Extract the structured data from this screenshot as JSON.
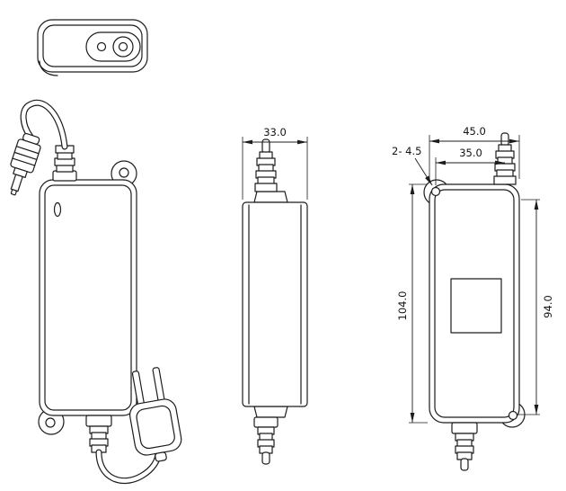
{
  "dims": {
    "side_width": "33.0",
    "overall_width": "45.0",
    "mount_pitch": "35.0",
    "hole_callout": "2- 4.5",
    "overall_height": "104.0",
    "mount_height": "94.0"
  },
  "colors": {
    "line": "#1c1c1c",
    "background": "#ffffff"
  }
}
